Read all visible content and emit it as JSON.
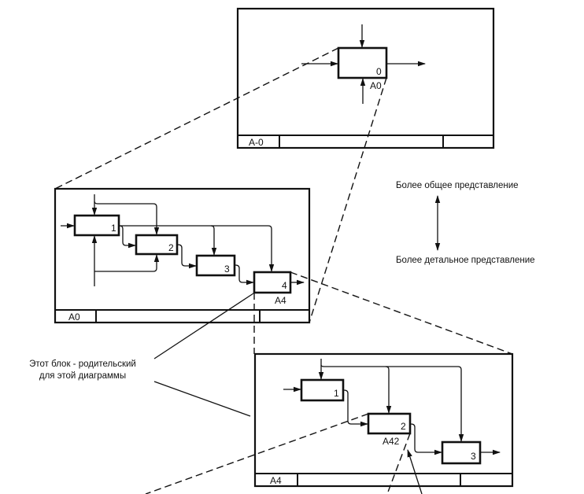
{
  "diagram": {
    "type": "idef0-decomposition",
    "legend": {
      "top_label": "Более общее представление",
      "bottom_label": "Более детальное представление"
    },
    "annotation": {
      "line1": "Этот блок - родительский",
      "line2": "для этой диаграммы"
    },
    "diagrams": [
      {
        "id": "context",
        "node_label": "A-0",
        "blocks": [
          {
            "number": "0",
            "ref": "A0"
          }
        ]
      },
      {
        "id": "a0",
        "node_label": "A0",
        "blocks": [
          {
            "number": "1"
          },
          {
            "number": "2"
          },
          {
            "number": "3"
          },
          {
            "number": "4",
            "ref": "A4"
          }
        ]
      },
      {
        "id": "a4",
        "node_label": "A4",
        "blocks": [
          {
            "number": "1"
          },
          {
            "number": "2",
            "ref": "A42"
          },
          {
            "number": "3"
          }
        ]
      }
    ]
  }
}
